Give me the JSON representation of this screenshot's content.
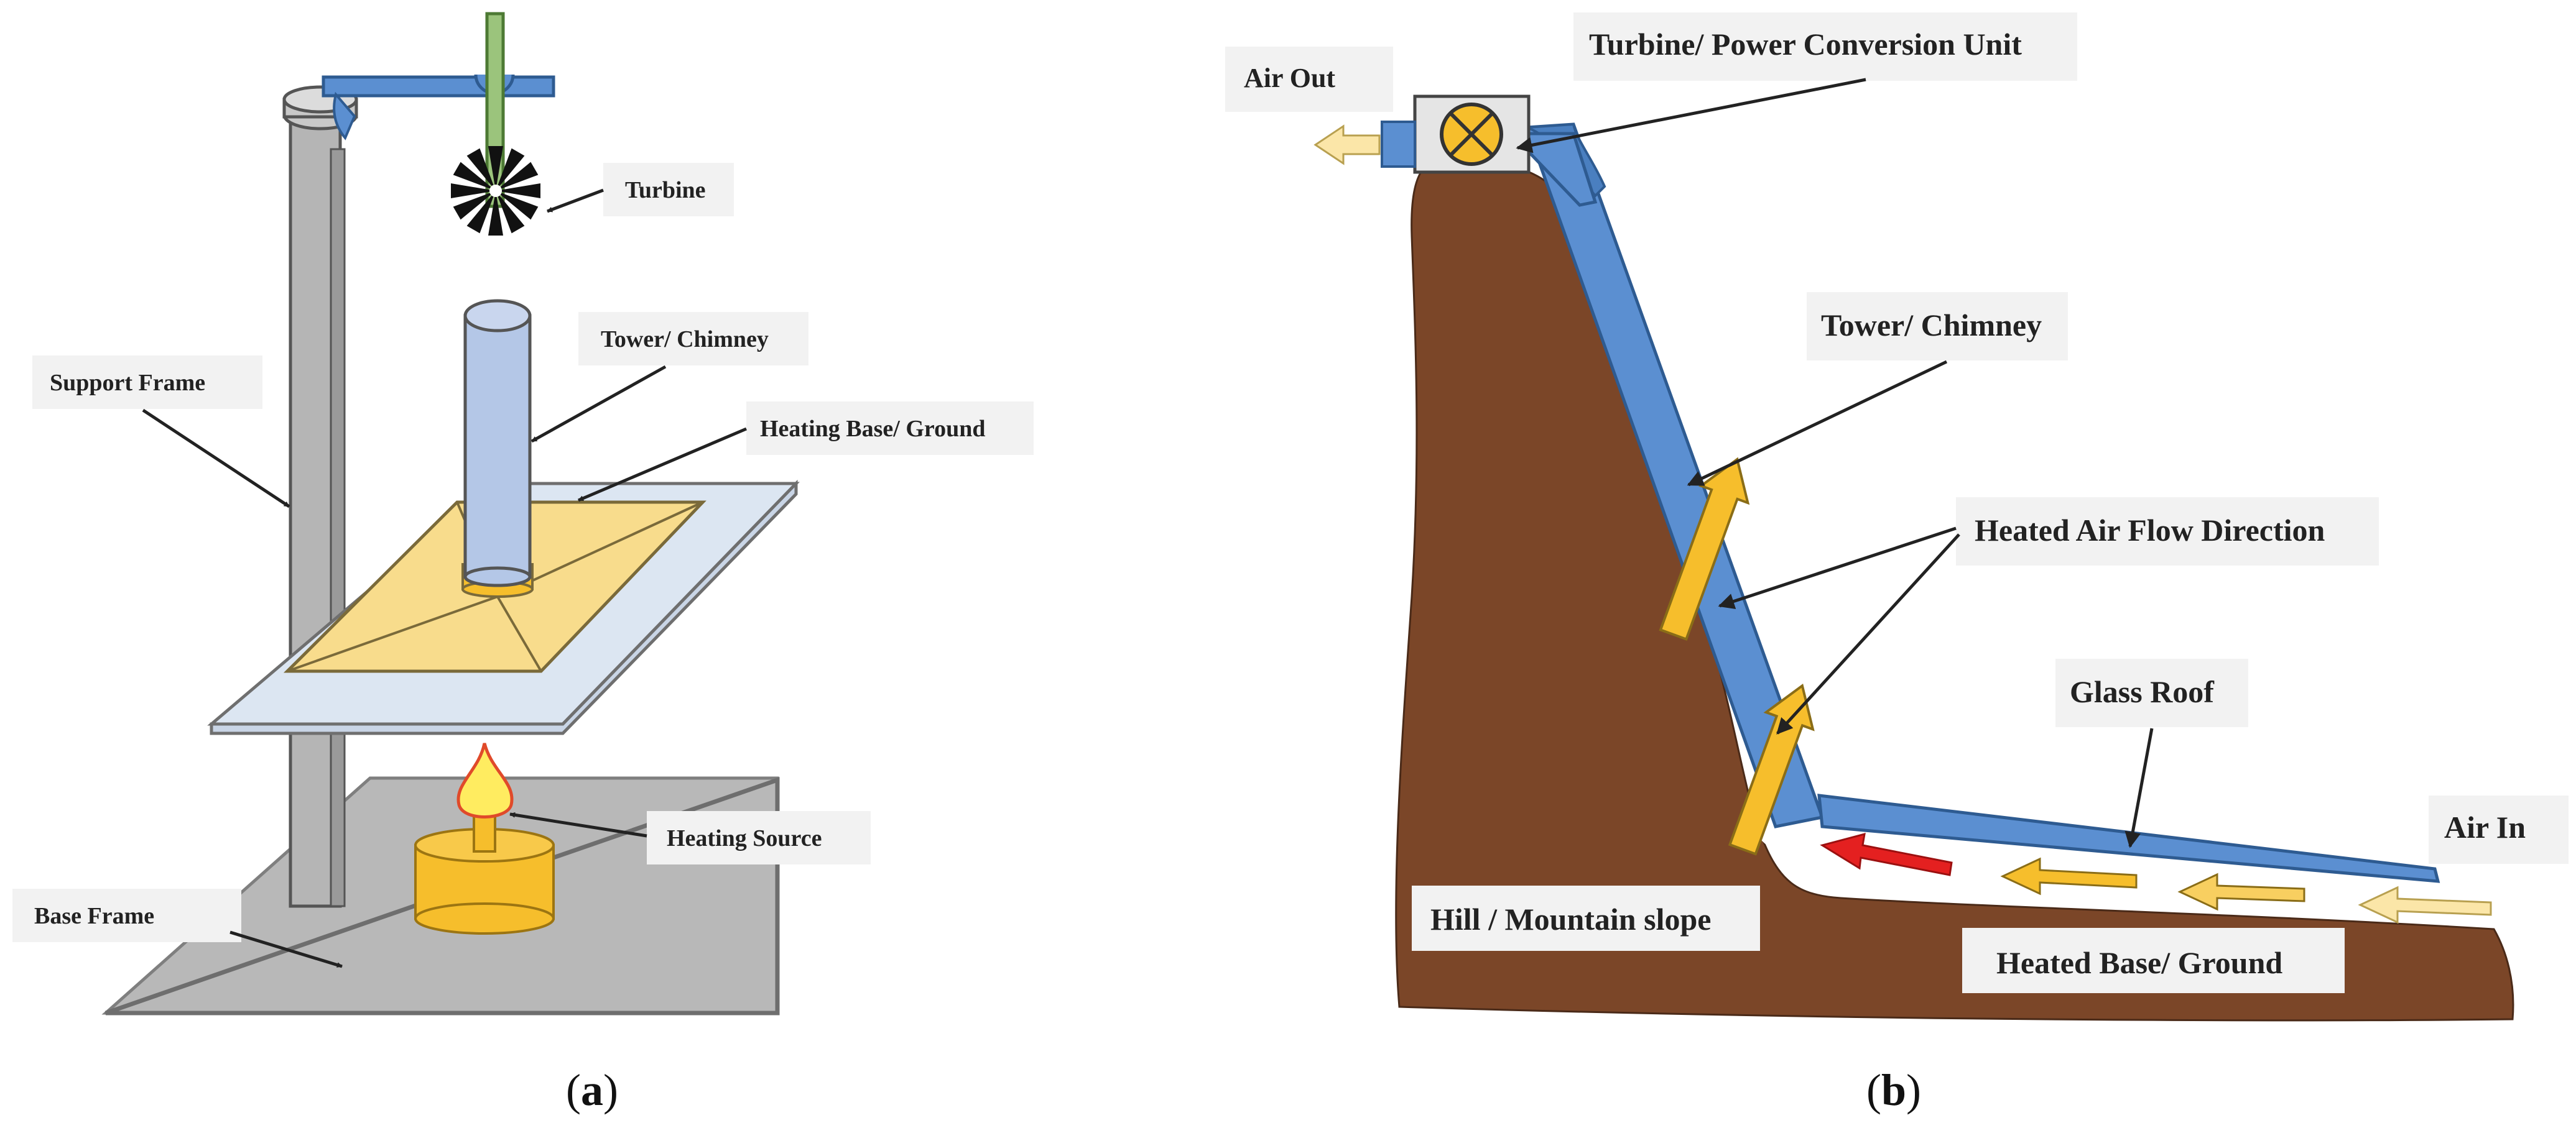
{
  "panel_a": {
    "caption_open": "(",
    "caption_letter": "a",
    "caption_close": ")",
    "labels": {
      "turbine": "Turbine",
      "tower_chimney": "Tower/ Chimney",
      "support_frame": "Support Frame",
      "heating_base": "Heating Base/ Ground",
      "heating_source": "Heating Source",
      "base_frame": "Base Frame"
    }
  },
  "panel_b": {
    "caption_open": "(",
    "caption_letter": "b",
    "caption_close": ")",
    "labels": {
      "air_out": "Air Out",
      "turbine_unit": "Turbine/ Power Conversion Unit",
      "tower_chimney": "Tower/ Chimney",
      "heated_air_flow": "Heated Air Flow Direction",
      "glass_roof": "Glass Roof",
      "air_in": "Air In",
      "hill_slope": "Hill / Mountain slope",
      "heated_base": "Heated Base/ Ground"
    }
  },
  "colors": {
    "pipe_blue": "#5b8fd1",
    "chimney_blue": "#b4c7e7",
    "base_yellow": "#f8dc8c",
    "flame_yellow": "#ffec60",
    "burner_orange": "#f6be2c",
    "hill_brown": "#7b4628",
    "arrow_red": "#e42020",
    "frame_gray": "#b9b9b9",
    "plate_blue": "#dce6f2"
  }
}
